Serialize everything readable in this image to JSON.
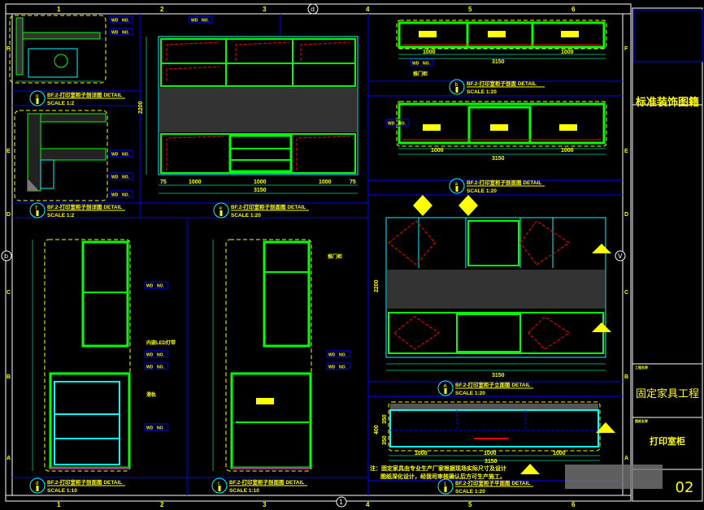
{
  "grid": {
    "columns": [
      "1",
      "2",
      "3",
      "4",
      "5",
      "6"
    ],
    "rows": [
      "F",
      "E",
      "D",
      "C",
      "B",
      "A"
    ],
    "axis_markers": [
      "d",
      "b",
      "V",
      "1"
    ]
  },
  "views": [
    {
      "tag": "g",
      "title": "BF.2-打印室柜子剖详图  DETAIL",
      "scale": "SCALE 1:2"
    },
    {
      "tag": "f",
      "title": "BF.2-打印室柜子剖详图  DETAIL",
      "scale": "SCALE 1:2"
    },
    {
      "tag": "e",
      "title": "BF.2-打印室柜子剖面图  DETAIL",
      "scale": "SCALE 1:20"
    },
    {
      "tag": "b",
      "title": "BF.2-打印室柜子剖面  DETAIL",
      "scale": "SCALE 1:20"
    },
    {
      "tag": "a",
      "title": "BF.2-打印室柜子剖面图  DETAIL",
      "scale": "SCALE 1:20"
    },
    {
      "tag": "A",
      "title": "BF.2-打印室柜子立面图  DETAIL",
      "scale": "SCALE 1:20"
    },
    {
      "tag": "1",
      "title": "BF.2-打印室柜子平面图  DETAIL",
      "scale": "SCALE 1:20"
    },
    {
      "tag": "d",
      "title": "BF.2-打印室柜子剖面图  DETAIL",
      "scale": "SCALE 1:10"
    },
    {
      "tag": "c",
      "title": "BF.2-打印室柜子剖面图  DETAIL",
      "scale": "SCALE 1:10"
    }
  ],
  "material_tag": {
    "code": "WD",
    "no": "NO."
  },
  "dimensions": {
    "segments": [
      "75",
      "1000",
      "1000",
      "1000",
      "75"
    ],
    "total": "3150",
    "height": "2200",
    "plan_depth": "400",
    "plan_parts": [
      "350",
      "350"
    ]
  },
  "leaders": [
    "推门柜",
    "滑轨",
    "内嵌LED灯带"
  ],
  "note": {
    "line1": "注：固定家具由专业生产厂家根据现场实际尺寸及设计",
    "line2": "图纸深化设计，经我司审核确认后方可生产施工。"
  },
  "title_block": {
    "series": "标准装饰图籍",
    "project_label": "工程名称",
    "project": "固定家具工程",
    "drawing_label": "图纸名称",
    "drawing": "打印室柜",
    "sheet": "02"
  },
  "colors": {
    "frame": "#ffffff",
    "divider": "#0000ff",
    "text": "#ffff00",
    "cabinet": "#00ff00",
    "outline": "#00ffff",
    "dim": "#00a070",
    "hidden": "#ff0000"
  }
}
